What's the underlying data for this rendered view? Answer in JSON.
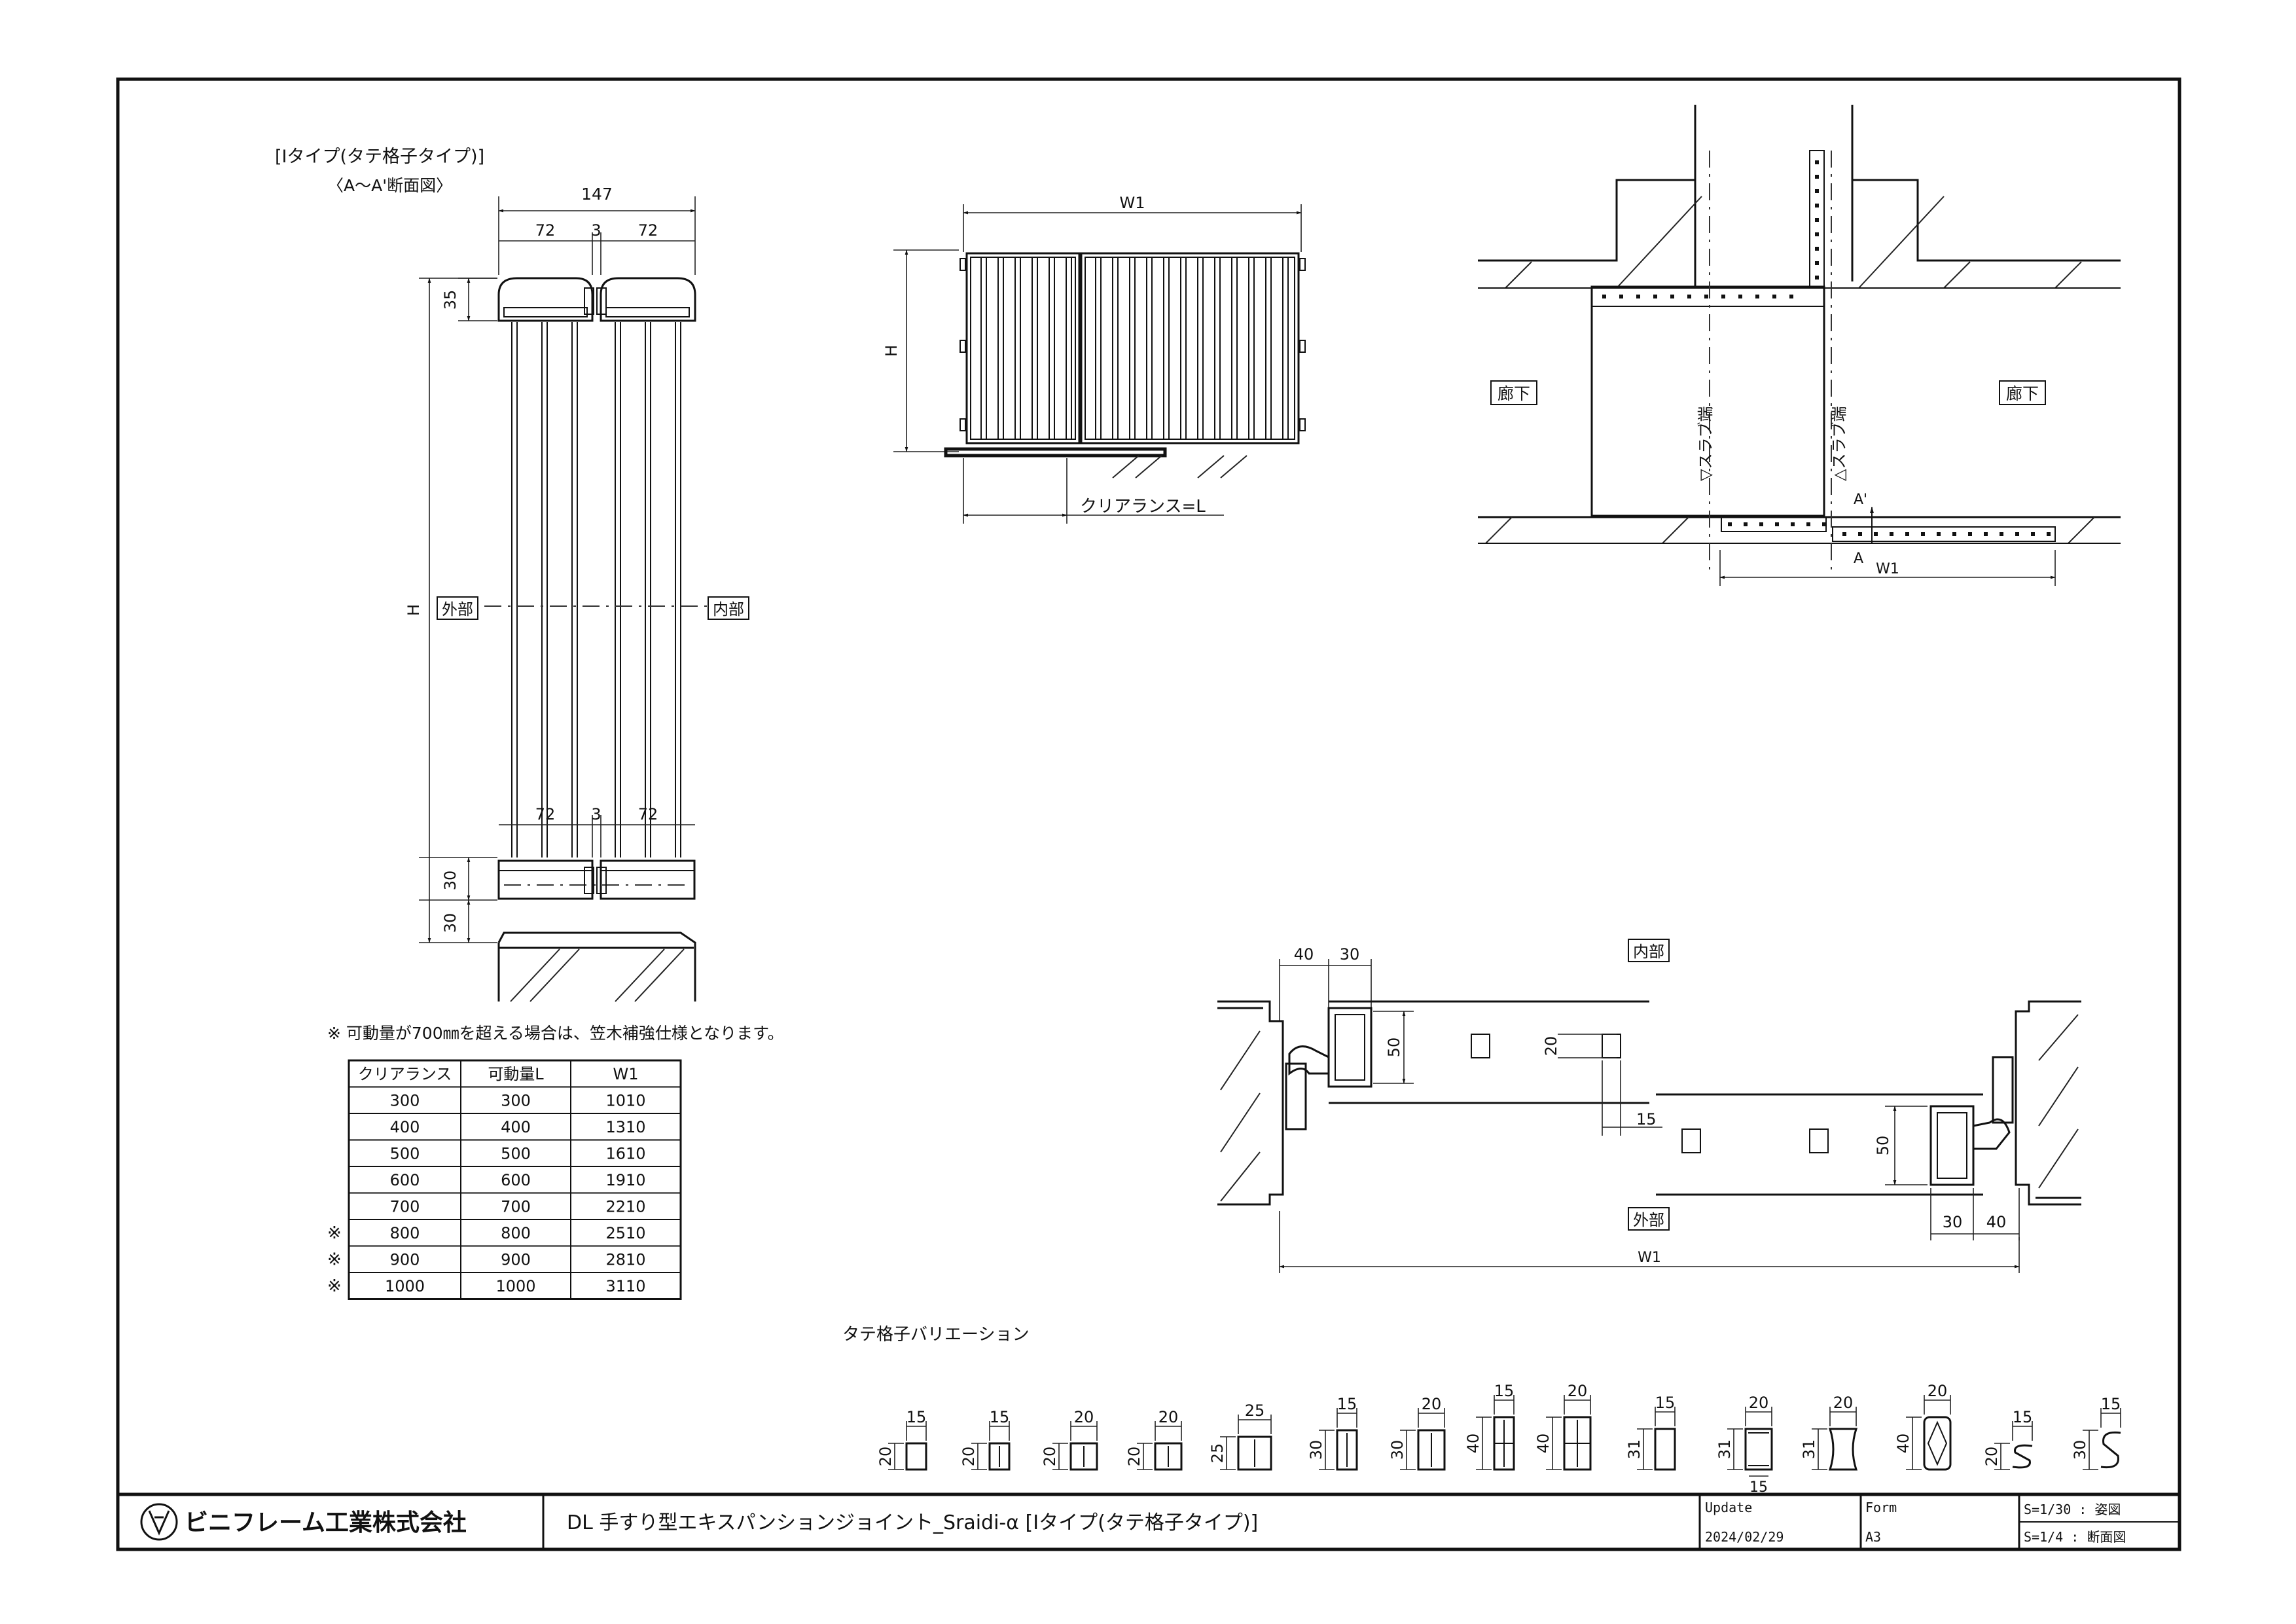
{
  "left_section": {
    "title": "[Ⅰタイプ(タテ格子タイプ)]",
    "subtitle": "〈A～A'断面図〉",
    "dim_total": "147",
    "dim_half_a": "72",
    "dim_gap": "3",
    "dim_half_b": "72",
    "dim_top": "35",
    "dim_h": "H",
    "dim_bottom_a": "30",
    "dim_bottom_b": "30",
    "label_outside": "外部",
    "label_inside": "内部"
  },
  "elevation": {
    "dim_w1": "W1",
    "dim_h": "H",
    "clearance_label": "クリアランス=L"
  },
  "plan": {
    "corridor_left": "廊下",
    "corridor_right": "廊下",
    "slab_left": "▽スラブ端",
    "slab_right": "△スラブ端",
    "section_a_top": "A'",
    "section_a_bottom": "A",
    "dim_w1": "W1"
  },
  "section_detail": {
    "label_inside": "内部",
    "label_outside": "外部",
    "dim_40_top": "40",
    "dim_30_top": "30",
    "dim_50_left": "50",
    "dim_20": "20",
    "dim_15": "15",
    "dim_50_right": "50",
    "dim_30_bottom": "30",
    "dim_40_bottom": "40",
    "dim_w1": "W1"
  },
  "note": "※ 可動量が700㎜を超える場合は、笠木補強仕様となります。",
  "table": {
    "headers": [
      "クリアランス",
      "可動量L",
      "W1"
    ],
    "rows": [
      {
        "mark": "",
        "clearance": "300",
        "movement": "300",
        "w1": "1010"
      },
      {
        "mark": "",
        "clearance": "400",
        "movement": "400",
        "w1": "1310"
      },
      {
        "mark": "",
        "clearance": "500",
        "movement": "500",
        "w1": "1610"
      },
      {
        "mark": "",
        "clearance": "600",
        "movement": "600",
        "w1": "1910"
      },
      {
        "mark": "",
        "clearance": "700",
        "movement": "700",
        "w1": "2210"
      },
      {
        "mark": "※",
        "clearance": "800",
        "movement": "800",
        "w1": "2510"
      },
      {
        "mark": "※",
        "clearance": "900",
        "movement": "900",
        "w1": "2810"
      },
      {
        "mark": "※",
        "clearance": "1000",
        "movement": "1000",
        "w1": "3110"
      }
    ]
  },
  "variations": {
    "title": "タテ格子バリエーション",
    "items": [
      {
        "w": "15",
        "h": "20",
        "shape": "rect"
      },
      {
        "w": "15",
        "h": "20",
        "shape": "rect-notch"
      },
      {
        "w": "20",
        "h": "20",
        "shape": "rect-notch"
      },
      {
        "w": "20",
        "h": "20",
        "shape": "rect-notch"
      },
      {
        "w": "25",
        "h": "25",
        "shape": "rect-notch"
      },
      {
        "w": "15",
        "h": "30",
        "shape": "rect-notch"
      },
      {
        "w": "20",
        "h": "30",
        "shape": "rect-notch"
      },
      {
        "w": "15",
        "h": "40",
        "shape": "double"
      },
      {
        "w": "20",
        "h": "40",
        "shape": "double"
      },
      {
        "w": "15",
        "h": "31",
        "shape": "rect"
      },
      {
        "w": "20",
        "h": "31",
        "shape": "i-beam",
        "extra": "15"
      },
      {
        "w": "20",
        "h": "31",
        "shape": "bone"
      },
      {
        "w": "20",
        "h": "40",
        "shape": "oval"
      },
      {
        "w": "15",
        "h": "20",
        "shape": "s"
      },
      {
        "w": "15",
        "h": "30",
        "shape": "s"
      }
    ]
  },
  "title_block": {
    "company": "ビニフレーム工業株式会社",
    "drawing_title": "DL 手すり型エキスパンションジョイント_Sraidi-α [Ⅰタイプ(タテ格子タイプ)]",
    "update_label": "Update",
    "update_value": "2024/02/29",
    "form_label": "Form",
    "form_value": "A3",
    "scale_1": "S=1/30 : 姿図",
    "scale_2": "S=1/4 : 断面図"
  }
}
